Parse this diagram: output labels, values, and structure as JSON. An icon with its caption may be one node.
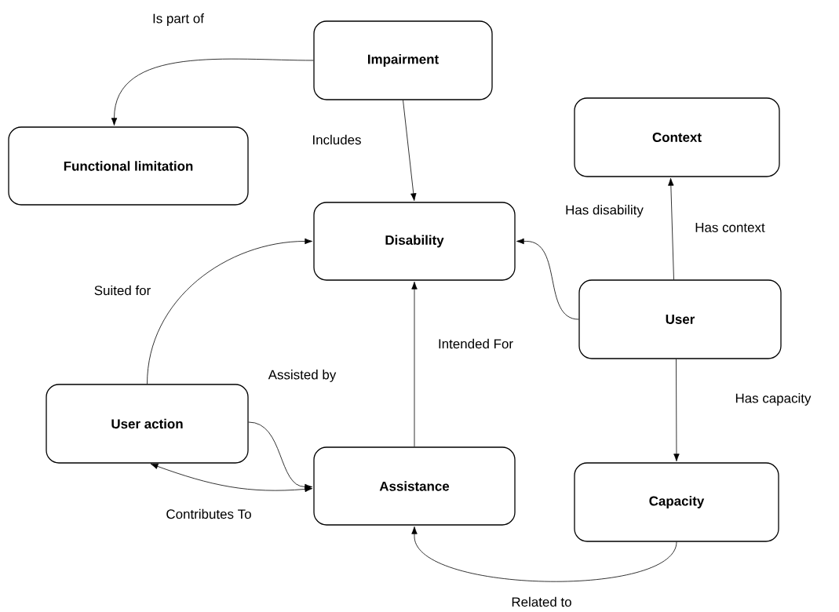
{
  "diagram": {
    "nodes": [
      {
        "text": [
          "Impairment"
        ]
      },
      {
        "text": [
          "Functional limitation"
        ]
      },
      {
        "text": [
          "Context"
        ]
      },
      {
        "text": [
          "Disability"
        ]
      },
      {
        "text": [
          "User"
        ]
      },
      {
        "text": [
          "User action"
        ]
      },
      {
        "text": [
          "Assistance"
        ]
      },
      {
        "text": [
          "Capacity"
        ]
      }
    ],
    "edges": [
      {
        "from": 0,
        "to": 1,
        "arrow": "to",
        "label": "Is part of"
      },
      {
        "from": 0,
        "to": 3,
        "arrow": "to",
        "label": "Includes"
      },
      {
        "from": 4,
        "to": 3,
        "arrow": "to",
        "label": "Has disability"
      },
      {
        "from": 4,
        "to": 2,
        "arrow": "to",
        "label": "Has context"
      },
      {
        "from": 4,
        "to": 7,
        "arrow": "to",
        "label": "Has capacity"
      },
      {
        "from": 5,
        "to": 3,
        "arrow": "to",
        "label": "Suited for"
      },
      {
        "from": 6,
        "to": 3,
        "arrow": "to",
        "label": "Intended For"
      },
      {
        "from": 5,
        "to": 6,
        "arrow": "to",
        "label": "Assisted by"
      },
      {
        "from": 5,
        "to": 6,
        "arrow": "both",
        "label": "Contributes To"
      },
      {
        "from": 7,
        "to": 6,
        "arrow": "to",
        "label": "Related to"
      }
    ]
  }
}
